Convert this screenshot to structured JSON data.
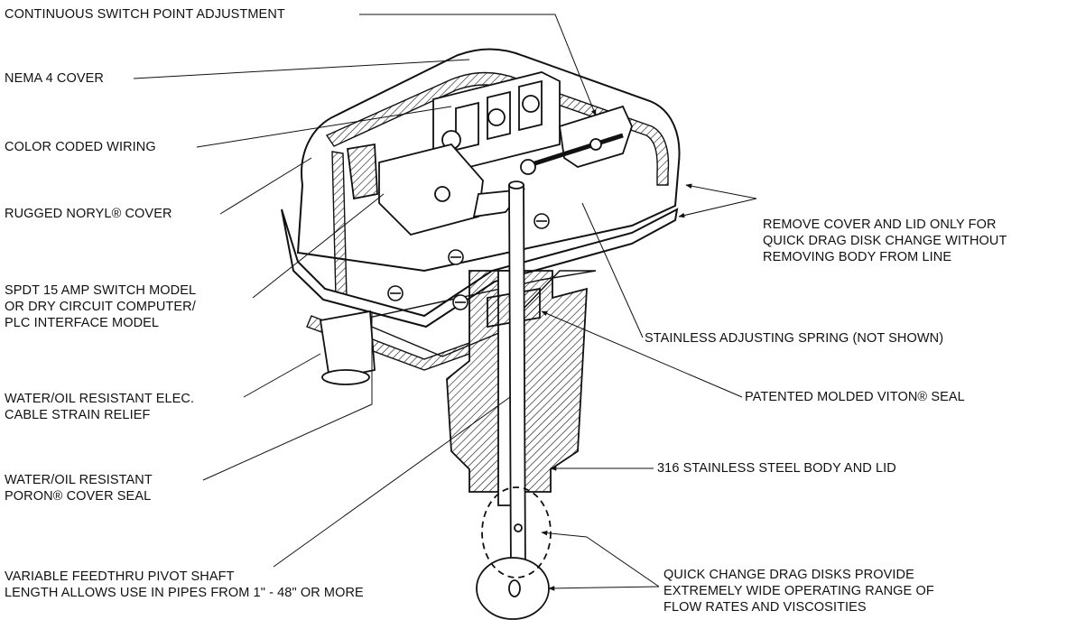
{
  "callouts": {
    "switch_point": "CONTINUOUS SWITCH POINT ADJUSTMENT",
    "nema_cover": "NEMA 4 COVER",
    "wiring": "COLOR CODED WIRING",
    "noryl": "RUGGED NORYL® COVER",
    "spdt": [
      "SPDT 15 AMP SWITCH MODEL",
      "OR DRY CIRCUIT COMPUTER/",
      "PLC INTERFACE MODEL"
    ],
    "strain_relief": [
      "WATER/OIL RESISTANT ELEC.",
      "CABLE STRAIN RELIEF"
    ],
    "poron": [
      "WATER/OIL RESISTANT",
      "PORON® COVER SEAL"
    ],
    "pivot_shaft": [
      "VARIABLE FEEDTHRU PIVOT SHAFT",
      "LENGTH ALLOWS USE IN PIPES FROM 1\" - 48\" OR MORE"
    ],
    "remove_cover": [
      "REMOVE COVER AND LID ONLY FOR",
      "QUICK DRAG DISK CHANGE WITHOUT",
      "REMOVING BODY FROM LINE"
    ],
    "spring": "STAINLESS ADJUSTING SPRING (NOT SHOWN)",
    "viton": "PATENTED MOLDED VITON® SEAL",
    "body": "316 STAINLESS STEEL BODY AND LID",
    "drag_disks": [
      "QUICK CHANGE DRAG DISKS PROVIDE",
      "EXTREMELY WIDE OPERATING RANGE OF",
      "FLOW RATES AND VISCOSITIES"
    ]
  }
}
